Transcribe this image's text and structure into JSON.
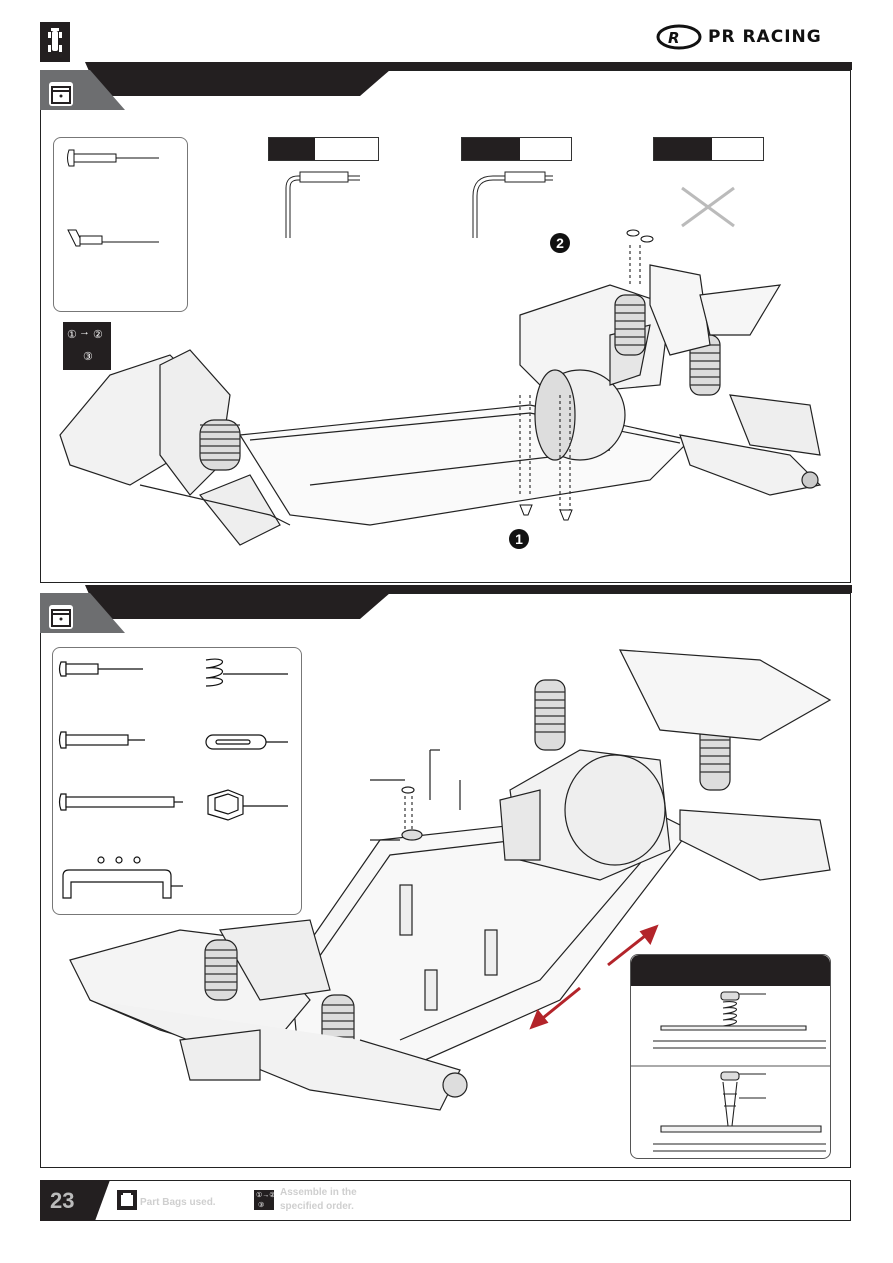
{
  "header": {
    "brand": "PR RACING",
    "brand_icon": "pr-logo-icon",
    "section_icon": "car-icon"
  },
  "step1": {
    "bag_icon": "bag-icon",
    "tools": [
      {
        "label": "",
        "icon": "hex-wrench-icon"
      },
      {
        "label": "",
        "icon": "ball-hex-wrench-icon"
      },
      {
        "label": "",
        "icon": "none-x-icon"
      }
    ],
    "order_icon": "assembly-order-icon",
    "order_numbers": [
      "①",
      "②",
      "③"
    ],
    "callouts": [
      "2",
      "1"
    ]
  },
  "step2": {
    "bag_icon": "bag-icon"
  },
  "footer": {
    "page_number": "23",
    "bags_label": "Part Bags used.",
    "order_label_line1": "Assemble in the",
    "order_label_line2": "specified order.",
    "bag_icon": "bag-icon",
    "order_icon": "assembly-order-icon"
  },
  "colors": {
    "banner": "#231f20",
    "arrow": "#b3242a"
  }
}
